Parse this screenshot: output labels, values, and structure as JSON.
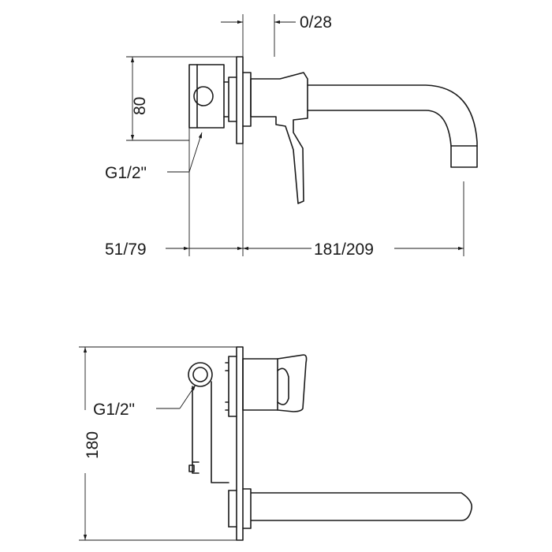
{
  "drawing": {
    "top_view": {
      "dim_offset": "0/28",
      "dim_height": "80",
      "thread_label": "G1/2\"",
      "dim_depth": "51/79",
      "dim_spout": "181/209"
    },
    "front_view": {
      "thread_label": "G1/2\"",
      "dim_height": "180"
    },
    "line_color": "#1a1a1a"
  }
}
